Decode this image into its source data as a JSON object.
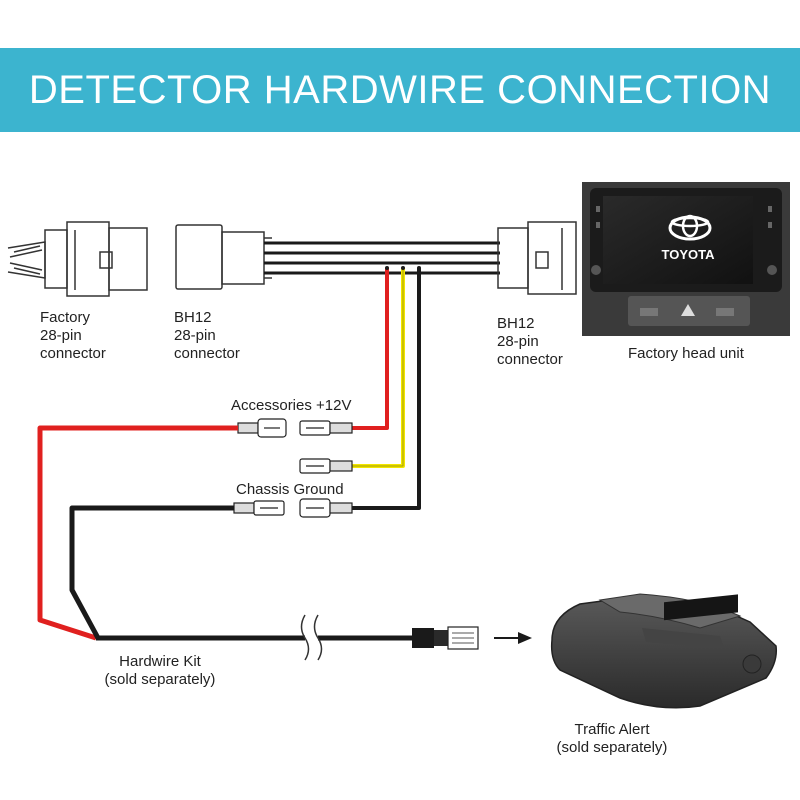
{
  "title": "DETECTOR HARDWIRE CONNECTION",
  "labels": {
    "factory_connector": [
      "Factory",
      "28-pin",
      "connector"
    ],
    "bh12_left": [
      "BH12",
      "28-pin",
      "connector"
    ],
    "bh12_right": [
      "BH12",
      "28-pin",
      "connector"
    ],
    "head_unit": "Factory head unit",
    "accessories": "Accessories +12V",
    "chassis_ground": "Chassis Ground",
    "hardwire_kit": [
      "Hardwire Kit",
      "(sold separately)"
    ],
    "traffic_alert": [
      "Traffic Alert",
      "(sold separately)"
    ]
  },
  "head_unit_brand": "TOYOTA",
  "colors": {
    "banner": "#3cb4cf",
    "wire_red": "#e0201f",
    "wire_yellow": "#f2e600",
    "wire_black": "#1a1a1a"
  }
}
